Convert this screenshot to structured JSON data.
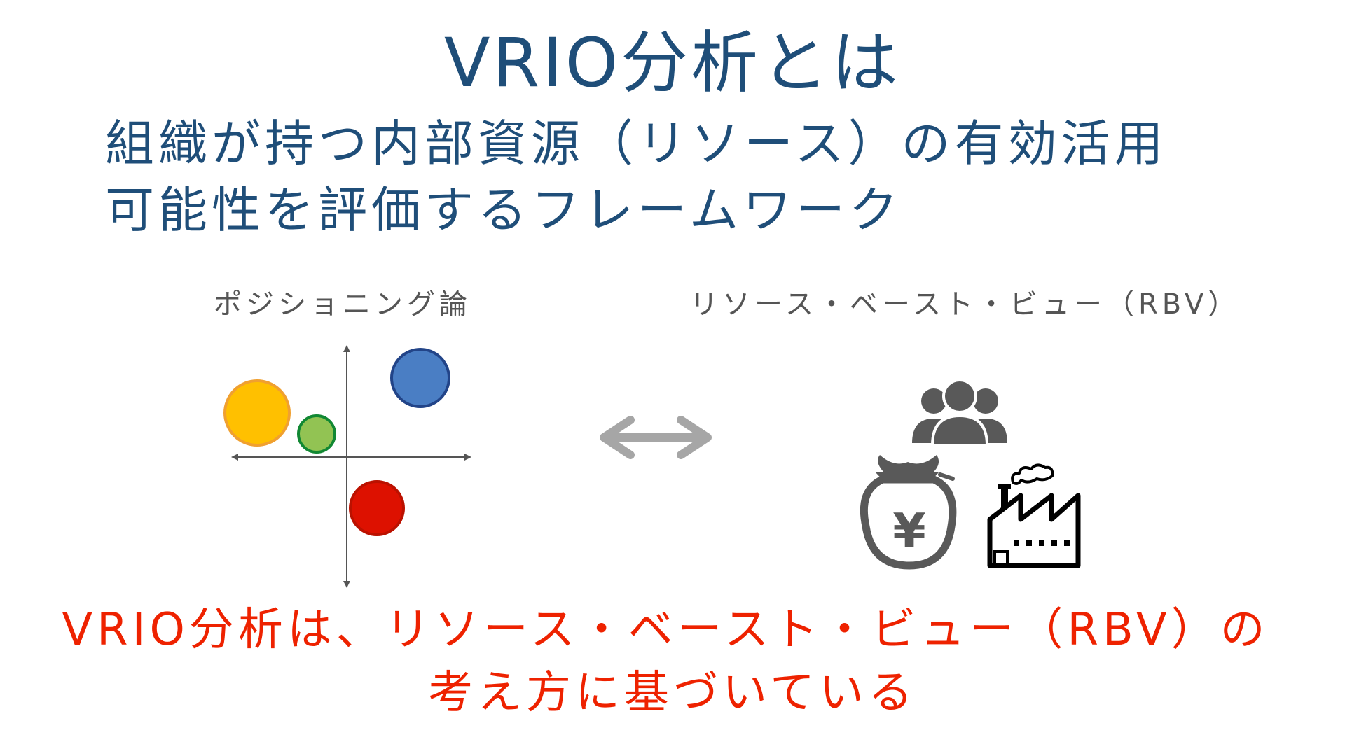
{
  "title": "VRIO分析とは",
  "subtitle": {
    "line1": "組織が持つ内部資源（リソース）の有効活用",
    "line2": "可能性を評価するフレームワーク"
  },
  "left_label": "ポジショニング論",
  "right_label": "リソース・ベースト・ビュー（RBV）",
  "conclusion": {
    "line1": "VRIO分析は、リソース・ベースト・ビュー（RBV）の",
    "line2": "考え方に基づいている"
  },
  "icons": {
    "positioning_chart": "positioning-quadrant-chart",
    "exchange": "double-arrow-icon",
    "people": "people-group-icon",
    "money": "yen-money-bag-icon",
    "factory": "factory-icon",
    "currency_symbol": "¥"
  },
  "colors": {
    "title": "#1f4e79",
    "conclusion": "#ee2200",
    "label": "#555555",
    "bubble_orange": "#ffc000",
    "bubble_green": "#92c353",
    "bubble_blue": "#4a7ec4",
    "bubble_red": "#dd1100",
    "arrow": "#a6a6a6",
    "icon": "#595959"
  }
}
